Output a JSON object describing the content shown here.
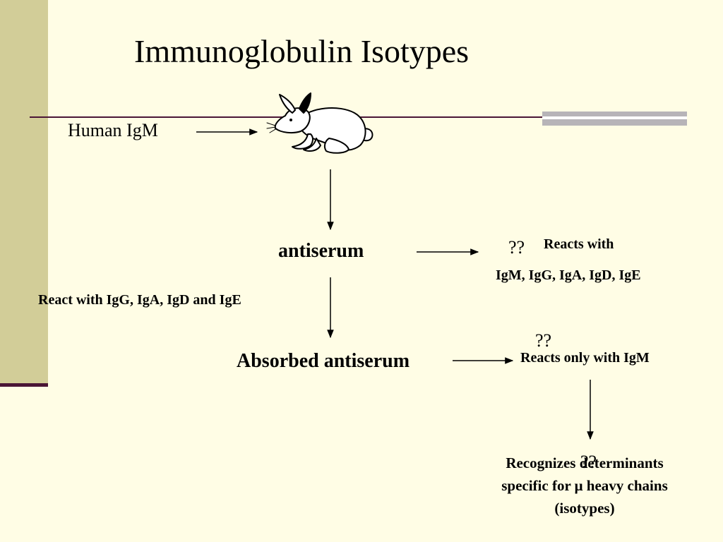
{
  "slide": {
    "title": "Immunoglobulin Isotypes",
    "antigen_label": "Human IgM",
    "antiserum_label": "antiserum",
    "antiserum_q": "??",
    "antiserum_reacts_heading": "Reacts with",
    "antiserum_reacts_list": "IgM, IgG, IgA, IgD, IgE",
    "absorption_note": "React with IgG, IgA, IgD and IgE",
    "absorbed_label": "Absorbed antiserum",
    "absorbed_q": "??",
    "absorbed_reacts": "Reacts only with IgM",
    "result_q": "??",
    "result_line1": "Recognizes  determinants",
    "result_line2": "specific for μ heavy chains",
    "result_line3": "(isotypes)"
  },
  "colors": {
    "background": "#fffde5",
    "sidebar": "#d2cd98",
    "rule": "#4a1535",
    "band": "#b7b4b8"
  },
  "icons": [
    "rabbit-icon"
  ]
}
